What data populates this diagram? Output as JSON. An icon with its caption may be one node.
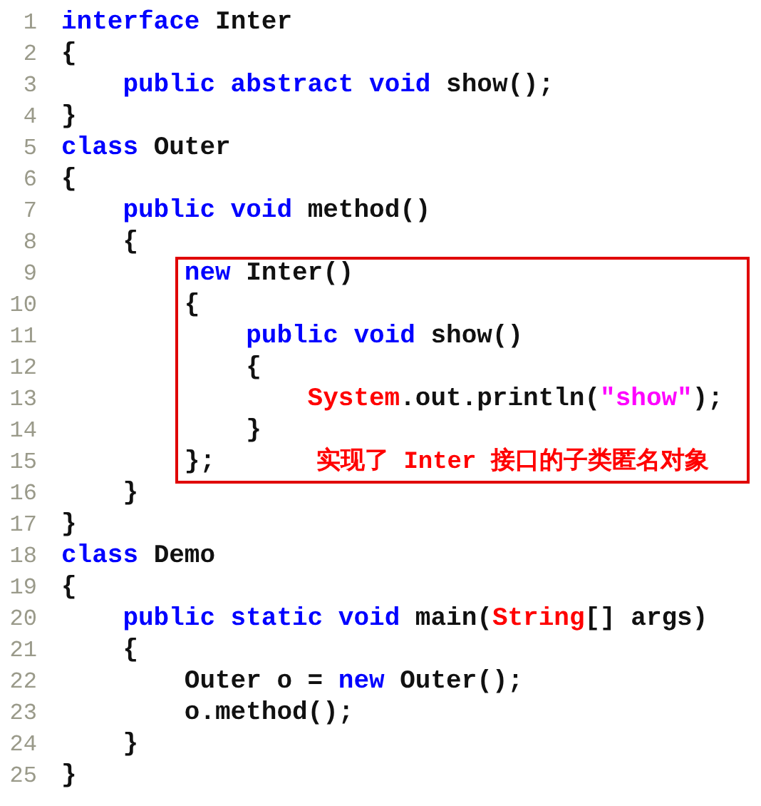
{
  "diagram": {
    "nodes": [
      {
        "text": [
          "new Inter()",
          "{",
          "public void show()",
          "{",
          "System.out.println(\"show\");",
          "}",
          "};",
          "实现了 Inter 接口的子类匿名对象"
        ]
      }
    ],
    "labels": [
      "1",
      "interface Inter",
      "2",
      "{",
      "3",
      "public abstract void show();",
      "4",
      "}",
      "5",
      "class Outer",
      "6",
      "{",
      "7",
      "public void method()",
      "8",
      "{",
      "9",
      "10",
      "11",
      "12",
      "13",
      "14",
      "15",
      "16",
      "}",
      "17",
      "}",
      "18",
      "class Demo",
      "19",
      "{",
      "20",
      "public static void main(String[] args)",
      "21",
      "{",
      "22",
      "Outer o = new Outer();",
      "23",
      "o.method();",
      "24",
      "}",
      "25",
      "}"
    ]
  }
}
